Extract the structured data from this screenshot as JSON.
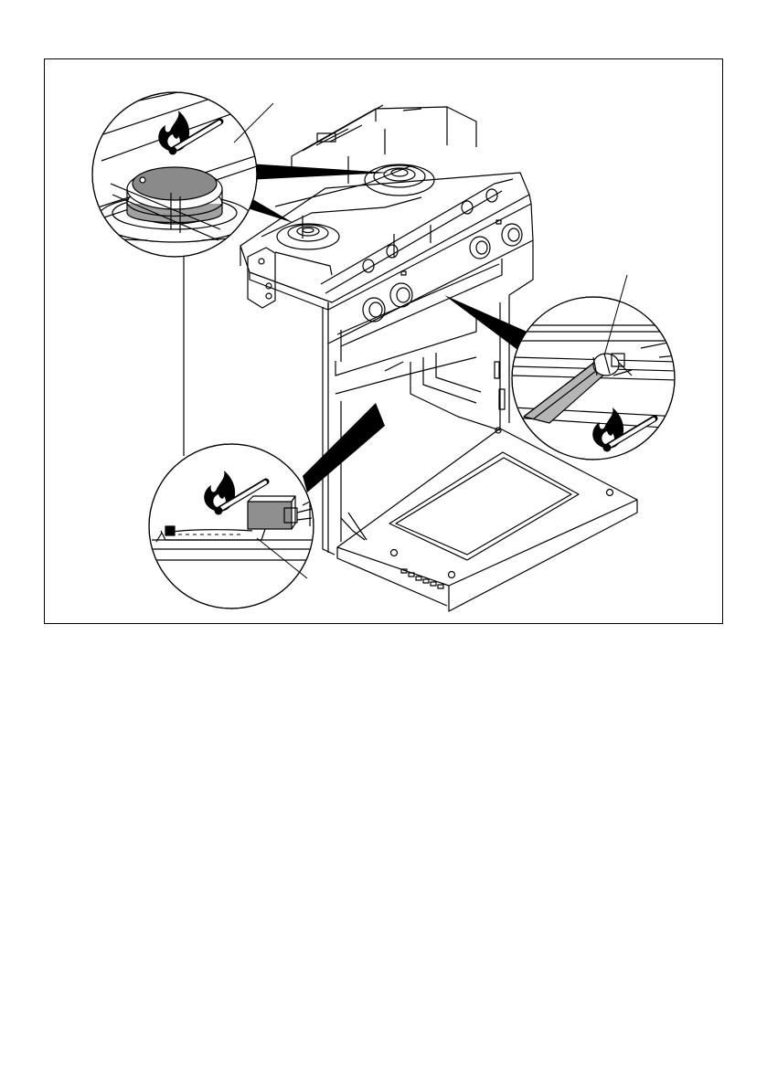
{
  "figure": {
    "colors": {
      "line": "#000000",
      "burner_cap_fill": "#8a8a8a",
      "grill_burner_fill": "#b5b5b5",
      "oven_burner_fill": "#8f8f8f",
      "background": "#ffffff"
    },
    "icons": [
      "flame-match-icon",
      "flame-match-icon",
      "flame-match-icon"
    ],
    "callouts": [
      {
        "detail": "hob-burner-detail",
        "shows": "burner-cap"
      },
      {
        "detail": "grill-burner-detail",
        "shows": "grill-burner-tube"
      },
      {
        "detail": "oven-burner-detail",
        "shows": "oven-burner-ports"
      }
    ]
  }
}
